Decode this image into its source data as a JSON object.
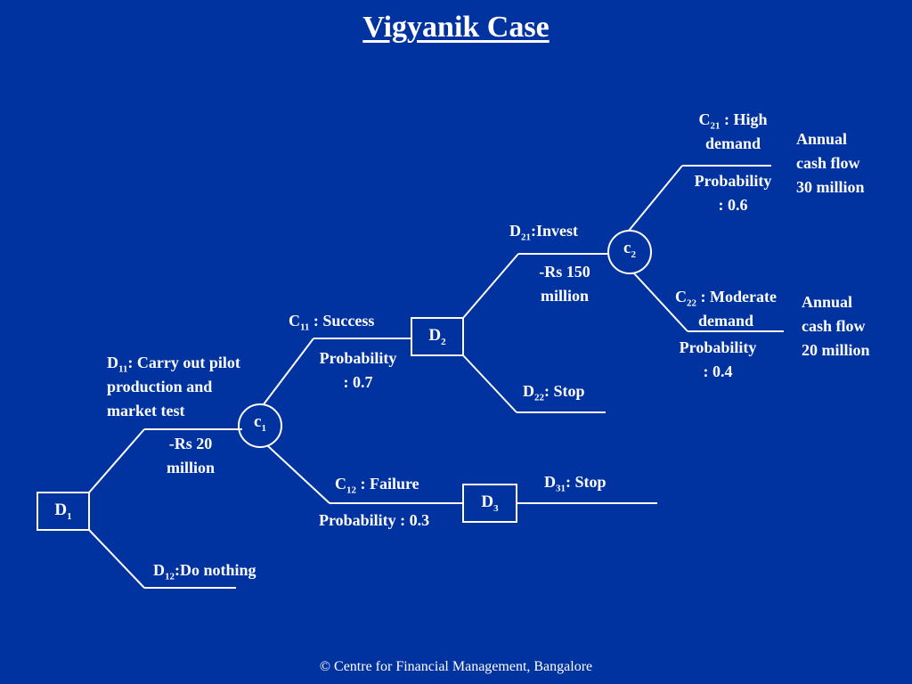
{
  "title": "Vigyanik Case",
  "footer": "© Centre for Financial Management, Bangalore",
  "nodes": {
    "D1": {
      "main": "D",
      "sub": "1"
    },
    "c1": {
      "main": "c",
      "sub": "1"
    },
    "D2": {
      "main": "D",
      "sub": "2"
    },
    "c2": {
      "main": "c",
      "sub": "2"
    },
    "D3": {
      "main": "D",
      "sub": "3"
    }
  },
  "labels": {
    "d11": {
      "main": "D",
      "sub": "11",
      "rest": ": Carry out pilot",
      "line2": "production and",
      "line3": "market test"
    },
    "d11_cost": {
      "line1": "-Rs 20",
      "line2": "million"
    },
    "d12": {
      "main": "D",
      "sub": "12",
      "rest": ":Do nothing"
    },
    "c11": {
      "main": "C",
      "sub": "11",
      "rest": " : Success"
    },
    "c11_prob": {
      "line1": "Probability",
      "line2": ": 0.7"
    },
    "c12": {
      "main": "C",
      "sub": "12",
      "rest": " : Failure"
    },
    "c12_prob": "Probability : 0.3",
    "d21": {
      "main": "D",
      "sub": "21",
      "rest": ":Invest"
    },
    "d21_cost": {
      "line1": "-Rs 150",
      "line2": "million"
    },
    "d22": {
      "main": "D",
      "sub": "22",
      "rest": ": Stop"
    },
    "d31": {
      "main": "D",
      "sub": "31",
      "rest": ": Stop"
    },
    "c21": {
      "main": "C",
      "sub": "21",
      "rest": " : High",
      "line2": "demand"
    },
    "c21_prob": {
      "line1": "Probability",
      "line2": ": 0.6"
    },
    "c21_cash": {
      "line1": "Annual",
      "line2": "cash flow",
      "line3": "30 million"
    },
    "c22": {
      "main": "C",
      "sub": "22",
      "rest": " : Moderate",
      "line2": "demand"
    },
    "c22_prob": {
      "line1": "Probability",
      "line2": ": 0.4"
    },
    "c22_cash": {
      "line1": "Annual",
      "line2": "cash flow",
      "line3": "20 million"
    }
  }
}
